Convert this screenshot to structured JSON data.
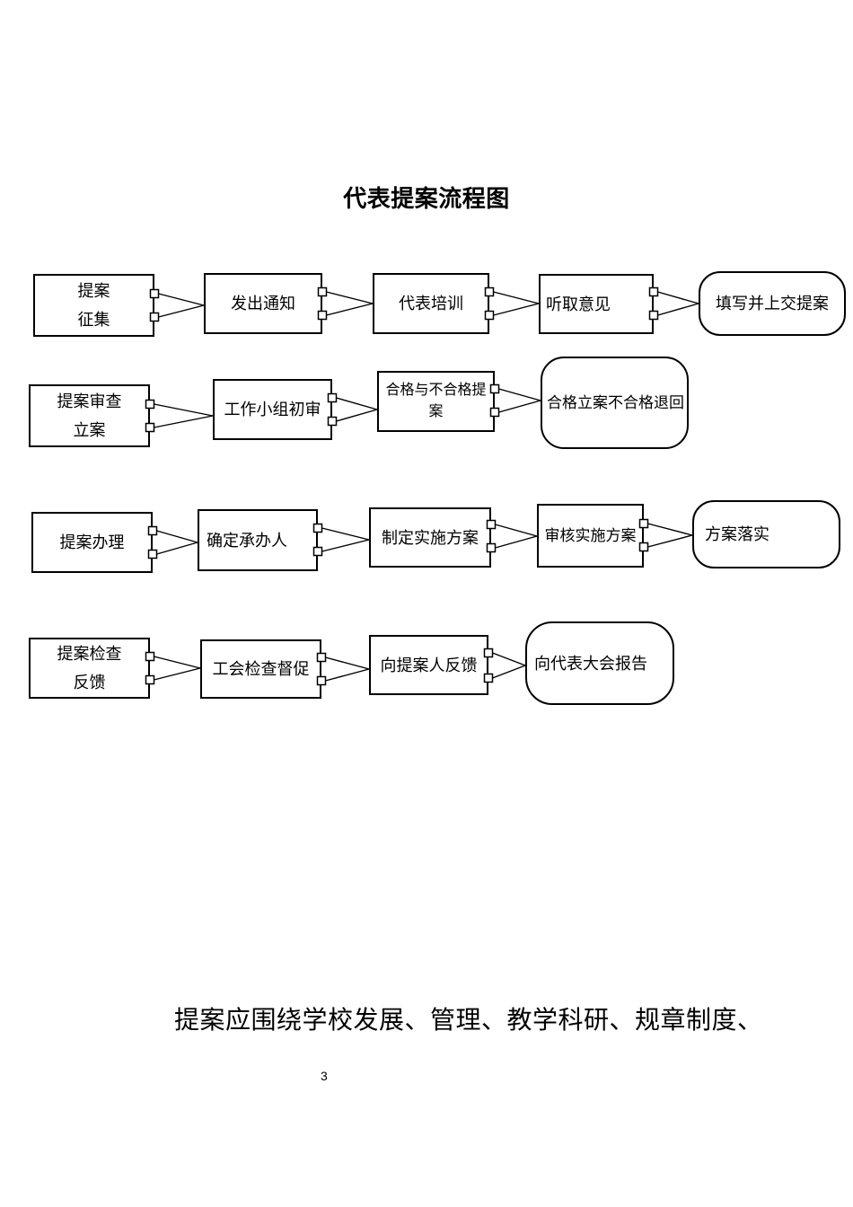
{
  "title": "代表提案流程图",
  "colors": {
    "ink": "#000000",
    "background": "#ffffff"
  },
  "flowchart": {
    "rows": [
      {
        "label": "提案征集",
        "nodes": [
          {
            "shape": "rect",
            "lines": [
              "提案",
              "征集"
            ]
          },
          {
            "shape": "rect",
            "lines": [
              "发出通知"
            ]
          },
          {
            "shape": "rect",
            "lines": [
              "代表培训"
            ]
          },
          {
            "shape": "rect",
            "lines": [
              "听取意见"
            ]
          },
          {
            "shape": "rounded",
            "lines": [
              "填写并上交提案"
            ]
          }
        ]
      },
      {
        "label": "提案审查立案",
        "nodes": [
          {
            "shape": "rect",
            "lines": [
              "提案审查",
              "立案"
            ]
          },
          {
            "shape": "rect",
            "lines": [
              "工作小组初审"
            ]
          },
          {
            "shape": "rect",
            "lines": [
              "合格与不合格提案"
            ]
          },
          {
            "shape": "rounded",
            "lines": [
              "合格立案不合格退回"
            ]
          }
        ]
      },
      {
        "label": "提案办理",
        "nodes": [
          {
            "shape": "rect",
            "lines": [
              "提案办理"
            ]
          },
          {
            "shape": "rect",
            "lines": [
              "确定承办人"
            ]
          },
          {
            "shape": "rect",
            "lines": [
              "制定实施方案"
            ]
          },
          {
            "shape": "rect",
            "lines": [
              "审核实施方案"
            ]
          },
          {
            "shape": "rounded",
            "lines": [
              "方案落实"
            ]
          }
        ]
      },
      {
        "label": "提案检查反馈",
        "nodes": [
          {
            "shape": "rect",
            "lines": [
              "提案检查",
              "反馈"
            ]
          },
          {
            "shape": "rect",
            "lines": [
              "工会检查督促"
            ]
          },
          {
            "shape": "rect",
            "lines": [
              "向提案人反馈"
            ]
          },
          {
            "shape": "rounded",
            "lines": [
              "向代表大会报告"
            ]
          }
        ]
      }
    ]
  },
  "footer_paragraph": "提案应围绕学校发展、管理、教学科研、规章制度、",
  "page_number": "3"
}
